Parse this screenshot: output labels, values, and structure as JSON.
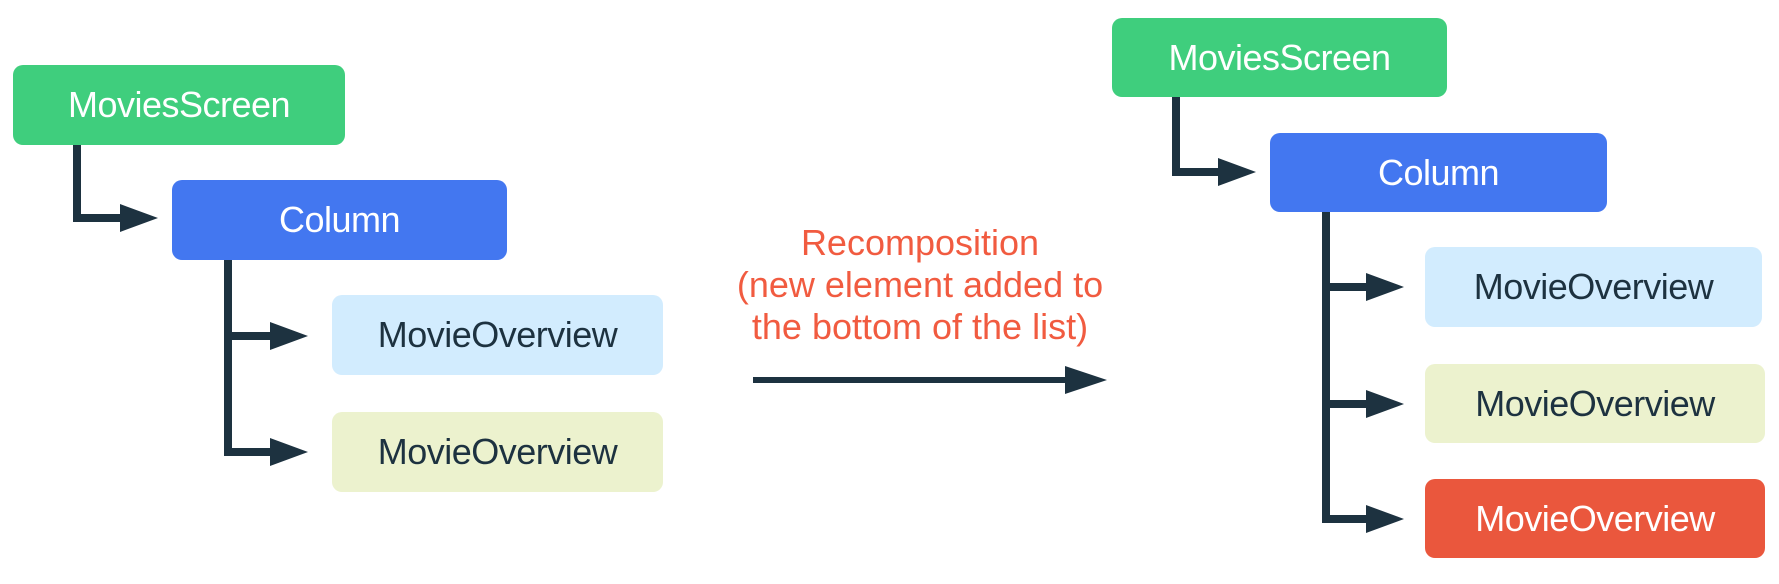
{
  "annotation": {
    "line1": "Recomposition",
    "line2": "(new element added to",
    "line3": "the bottom of the list)",
    "text_color": "#F15B40"
  },
  "trees": {
    "before": {
      "root": "MoviesScreen",
      "container": "Column",
      "items": [
        "MovieOverview",
        "MovieOverview"
      ]
    },
    "after": {
      "root": "MoviesScreen",
      "container": "Column",
      "items": [
        "MovieOverview",
        "MovieOverview",
        "MovieOverview"
      ]
    }
  },
  "colors": {
    "root_green": "#3FCE7D",
    "container_blue": "#4377F0",
    "item_light_blue": "#D2ECFE",
    "item_light_yellow": "#ECF2CE",
    "item_new_orange": "#EA573D",
    "connector_dark": "#1D3240",
    "annotation_orange": "#F15B40"
  }
}
